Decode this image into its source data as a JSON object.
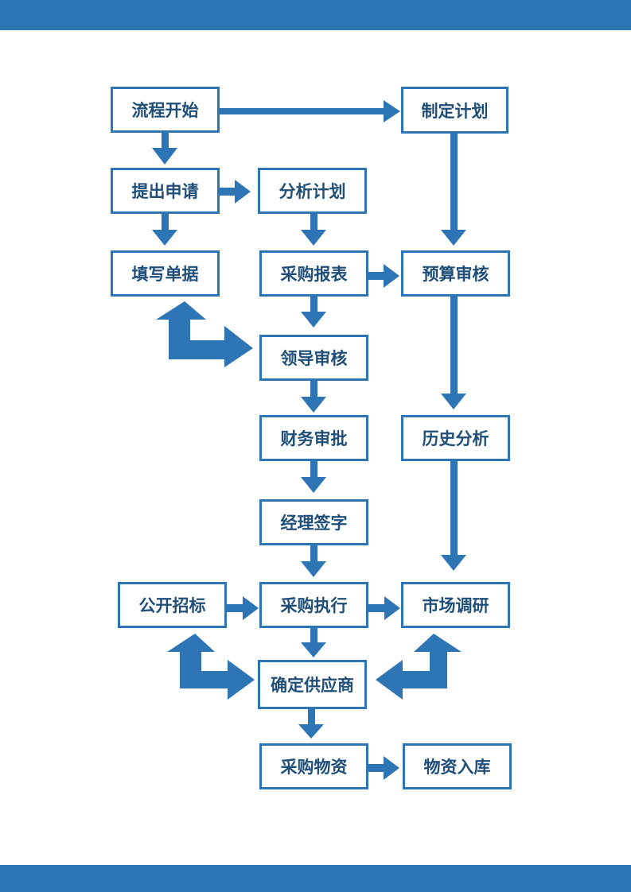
{
  "colors": {
    "accent": "#2e75b6",
    "text": "#1f4e79",
    "background": "#ffffff"
  },
  "nodes": {
    "start": "流程开始",
    "make_plan": "制定计划",
    "submit_request": "提出申请",
    "analyze_plan": "分析计划",
    "fill_form": "填写单据",
    "purchase_report": "采购报表",
    "budget_review": "预算审核",
    "leader_review": "领导审核",
    "finance_approval": "财务审批",
    "history_analysis": "历史分析",
    "manager_sign": "经理签字",
    "public_tender": "公开招标",
    "purchase_execute": "采购执行",
    "market_research": "市场调研",
    "confirm_supplier": "确定供应商",
    "purchase_goods": "采购物资",
    "goods_storage": "物资入库"
  }
}
